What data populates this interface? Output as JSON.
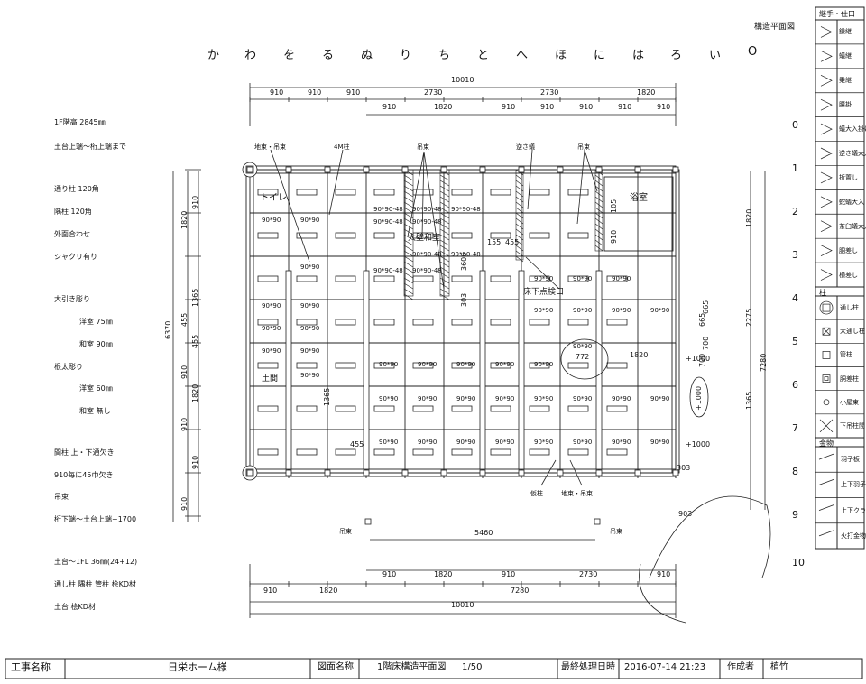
{
  "title_corner": "構造平面図",
  "legend": {
    "header": "継手・仕口",
    "joints": [
      "鎌継",
      "蟻継",
      "乗継",
      "腰掛",
      "蟻大入掛け",
      "逆さ蟻大入",
      "折置し",
      "蛇蟻大入",
      "茶臼蟻大入",
      "胴差し",
      "横差し"
    ],
    "column_header": "柱",
    "columns": [
      "通し柱",
      "大通し柱",
      "管柱",
      "胴差柱",
      "小屋束",
      "下吊柱間"
    ],
    "hardware_header": "金物",
    "hardware": [
      "羽子板",
      "上下羽子板",
      "上下クランプ",
      "火打金物"
    ]
  },
  "kana_axis": [
    "か",
    "わ",
    "を",
    "る",
    "ぬ",
    "り",
    "ち",
    "と",
    "へ",
    "ほ",
    "に",
    "は",
    "ろ",
    "い",
    "O"
  ],
  "row_axis": [
    "0",
    "1",
    "2",
    "3",
    "4",
    "5",
    "6",
    "7",
    "8",
    "9",
    "10"
  ],
  "top_dims": {
    "total": "10010",
    "row1": [
      "910",
      "910",
      "910",
      "2730",
      "2730",
      "1820"
    ],
    "row2": [
      "910",
      "1820",
      "910",
      "910",
      "910",
      "910",
      "910"
    ]
  },
  "bottom_dims": {
    "row1": [
      "910",
      "1820",
      "910",
      "2730",
      "910"
    ],
    "row2": [
      "910",
      "1820",
      "7280"
    ],
    "total": "10010",
    "span": "5460"
  },
  "left_dims": {
    "outer": "6370",
    "inner": [
      "910",
      "1820",
      "1365",
      "455",
      "455",
      "910",
      "1820",
      "910",
      "910",
      "910"
    ]
  },
  "right_dims": {
    "inner": [
      "1820",
      "2275",
      "7280",
      "1365",
      "665",
      "700"
    ]
  },
  "notes": [
    "1F階高 2845㎜",
    "土台上端～桁上端まで",
    "通り柱 120角",
    "隅柱 120角",
    "外面合わせ",
    "シャクリ有り",
    "大引き彫り",
    "洋室 75㎜",
    "和室 90㎜",
    "根太彫り",
    "洋室 60㎜",
    "和室 無し",
    "間柱 上・下通欠き",
    "910毎に45巾欠き",
    "吊束",
    "桁下端～土台上端+1700",
    "土台～1FL 36㎜(24+12)",
    "通し柱 隅柱 管柱 桧KD材",
    "土台 桧KD材"
  ],
  "plan_labels": {
    "room_bath": "浴室",
    "room_toilet": "トイレ",
    "room_tatami": "大壁和室",
    "earth_floor": "土間",
    "floor_inspect": "床下点検口",
    "callout_1": "地束・吊束",
    "callout_2": "4M柱",
    "callout_3": "吊束",
    "callout_4": "逆さ蟻",
    "callout_5": "吊束",
    "callout_6": "仮柱",
    "callout_7": "地束・吊束",
    "hang_left": "吊束",
    "hang_right": "吊束",
    "size_9090": "90*90",
    "size_9090_48": "90*90-48",
    "dim_155": "155",
    "dim_455": "455",
    "dim_3606": "3606",
    "dim_303": "303",
    "dim_772": "772",
    "dim_1820": "1820",
    "dim_1365": "1365",
    "dim_455b": "455",
    "dim_303b": "303",
    "dim_903": "903",
    "dim_1000a": "+1000",
    "dim_1000b": "+1000",
    "dim_1000c": "+1000",
    "dim_910": "910",
    "dim_105": "105",
    "dim_665": "665",
    "dim_700": "700"
  },
  "footer": {
    "project_label": "工事名称",
    "project_value": "日栄ホーム様",
    "drawing_label": "図面名称",
    "drawing_value": "1階床構造平面図",
    "scale": "1/50",
    "date_label": "最終処理日時",
    "date_value": "2016-07-14 21:23",
    "author_label": "作成者",
    "author_value": "植竹"
  }
}
